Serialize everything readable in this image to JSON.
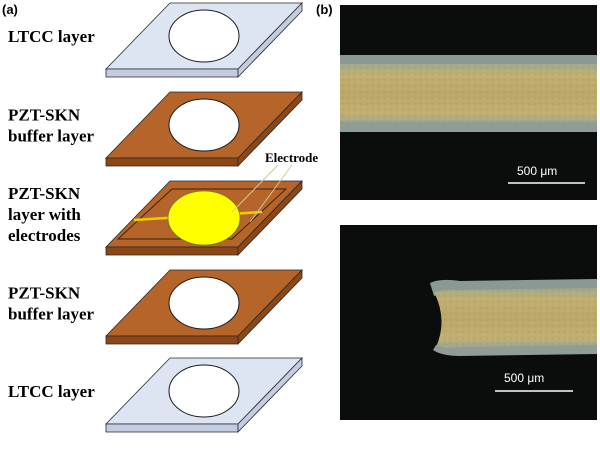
{
  "panels": {
    "a": "(a)",
    "b": "(b)"
  },
  "layers": [
    {
      "label_lines": [
        "LTCC layer"
      ],
      "kind": "ltcc"
    },
    {
      "label_lines": [
        "PZT-SKN",
        "buffer layer"
      ],
      "kind": "pzt"
    },
    {
      "label_lines": [
        "PZT-SKN",
        "layer with",
        "electrodes"
      ],
      "kind": "pzt-electrode"
    },
    {
      "label_lines": [
        "PZT-SKN",
        "buffer layer"
      ],
      "kind": "pzt"
    },
    {
      "label_lines": [
        "LTCC layer"
      ],
      "kind": "ltcc"
    }
  ],
  "electrode_label": "Electrode",
  "micrographs": [
    {
      "scale_label": "500 μm",
      "view": "straight-edge"
    },
    {
      "scale_label": "500 μm",
      "view": "cavity-edge"
    }
  ],
  "colors": {
    "ltcc_top": "#dde4f2",
    "ltcc_side": "#c3cce0",
    "pzt_top": "#b5642a",
    "pzt_side": "#8c4716",
    "electrode": "#ffff00",
    "electrode_line": "#e8d000",
    "photo_bg": "#0b0d0c",
    "ceramic": "#b9a56b",
    "rim": "#8a9a92"
  }
}
